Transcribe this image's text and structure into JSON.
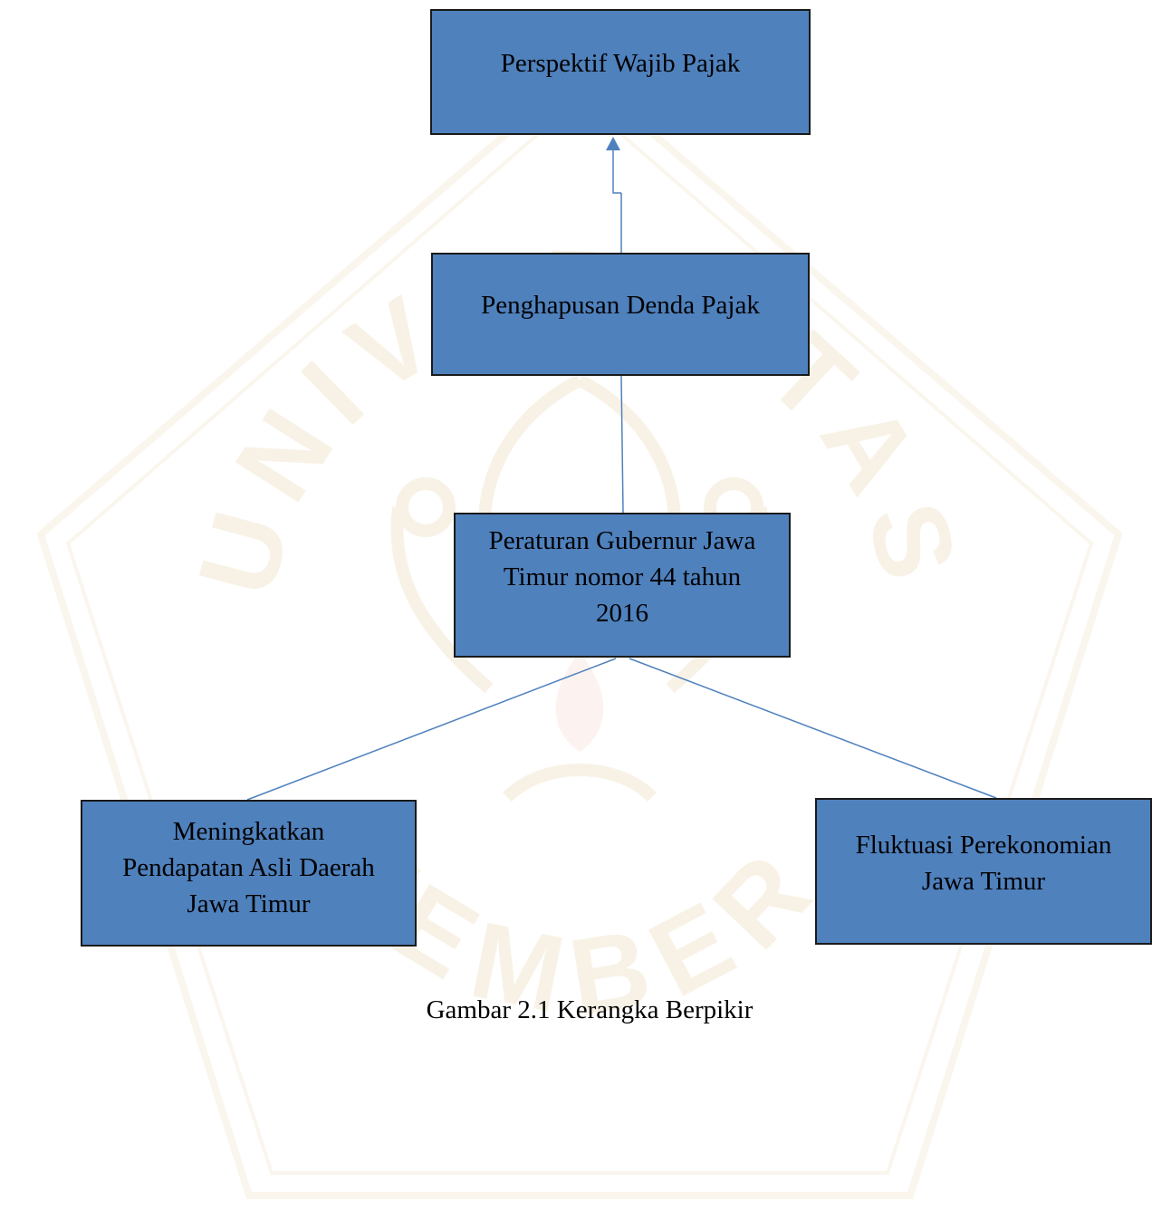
{
  "diagram": {
    "nodes": {
      "top": "Perspektif Wajib Pajak",
      "middle": "Penghapusan Denda Pajak",
      "center": "Peraturan Gubernur Jawa\nTimur nomor 44 tahun\n2016",
      "left": "Meningkatkan\nPendapatan Asli Daerah\nJawa Timur",
      "right": "Fluktuasi Perekonomian\nJawa Timur"
    },
    "edges": [
      {
        "from": "middle",
        "to": "top",
        "arrow": true
      },
      {
        "from": "center",
        "to": "middle",
        "arrow": false
      },
      {
        "from": "center",
        "to": "left",
        "arrow": false
      },
      {
        "from": "center",
        "to": "right",
        "arrow": false
      }
    ],
    "caption": "Gambar 2.1 Kerangka Berpikir"
  },
  "watermark": {
    "top_text": "UNIVERSITAS",
    "bottom_text": "JEMBER"
  },
  "colors": {
    "box_fill": "#4f81bd",
    "box_border": "#1a1a1a",
    "connector": "#4f81bd",
    "watermark": "#e8c98a"
  }
}
